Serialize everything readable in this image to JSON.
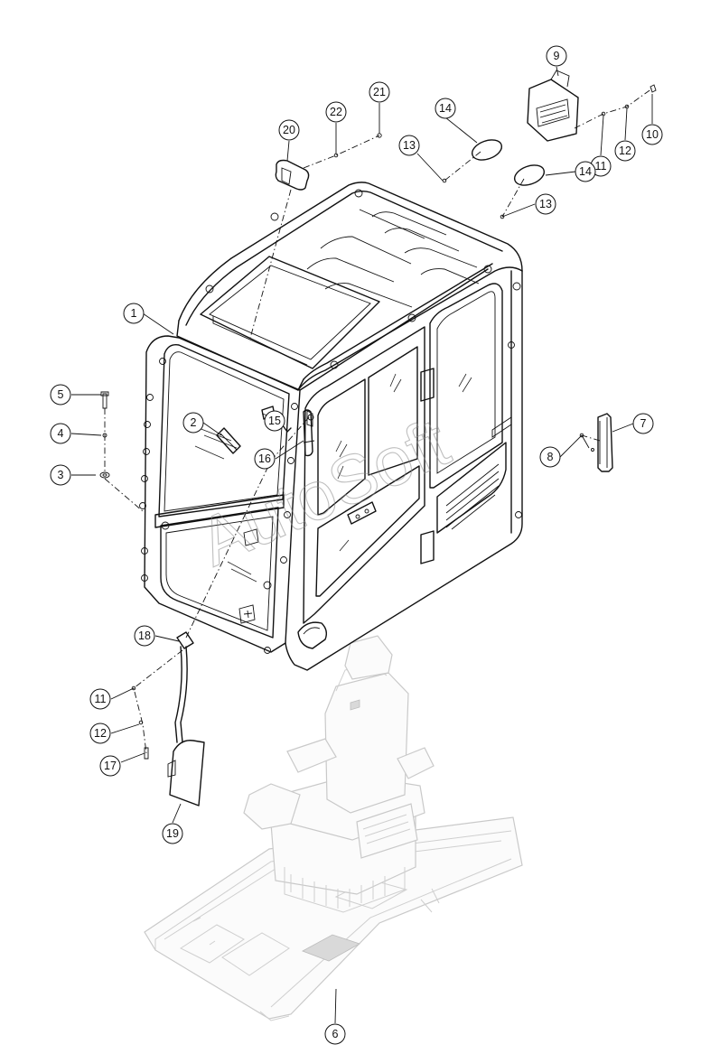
{
  "diagram": {
    "type": "exploded-parts-diagram",
    "watermark": "AutoSoft",
    "callouts": [
      {
        "id": "c1",
        "label": "1"
      },
      {
        "id": "c2",
        "label": "2"
      },
      {
        "id": "c3",
        "label": "3"
      },
      {
        "id": "c4",
        "label": "4"
      },
      {
        "id": "c5",
        "label": "5"
      },
      {
        "id": "c6",
        "label": "6"
      },
      {
        "id": "c7",
        "label": "7"
      },
      {
        "id": "c8",
        "label": "8"
      },
      {
        "id": "c9",
        "label": "9"
      },
      {
        "id": "c10",
        "label": "10"
      },
      {
        "id": "c11a",
        "label": "11"
      },
      {
        "id": "c12a",
        "label": "12"
      },
      {
        "id": "c13a",
        "label": "13"
      },
      {
        "id": "c14a",
        "label": "14"
      },
      {
        "id": "c14b",
        "label": "14"
      },
      {
        "id": "c13b",
        "label": "13"
      },
      {
        "id": "c15",
        "label": "15"
      },
      {
        "id": "c16",
        "label": "16"
      },
      {
        "id": "c17",
        "label": "17"
      },
      {
        "id": "c18",
        "label": "18"
      },
      {
        "id": "c11b",
        "label": "11"
      },
      {
        "id": "c12b",
        "label": "12"
      },
      {
        "id": "c19",
        "label": "19"
      },
      {
        "id": "c20",
        "label": "20"
      },
      {
        "id": "c21",
        "label": "21"
      },
      {
        "id": "c22",
        "label": "22"
      }
    ]
  }
}
